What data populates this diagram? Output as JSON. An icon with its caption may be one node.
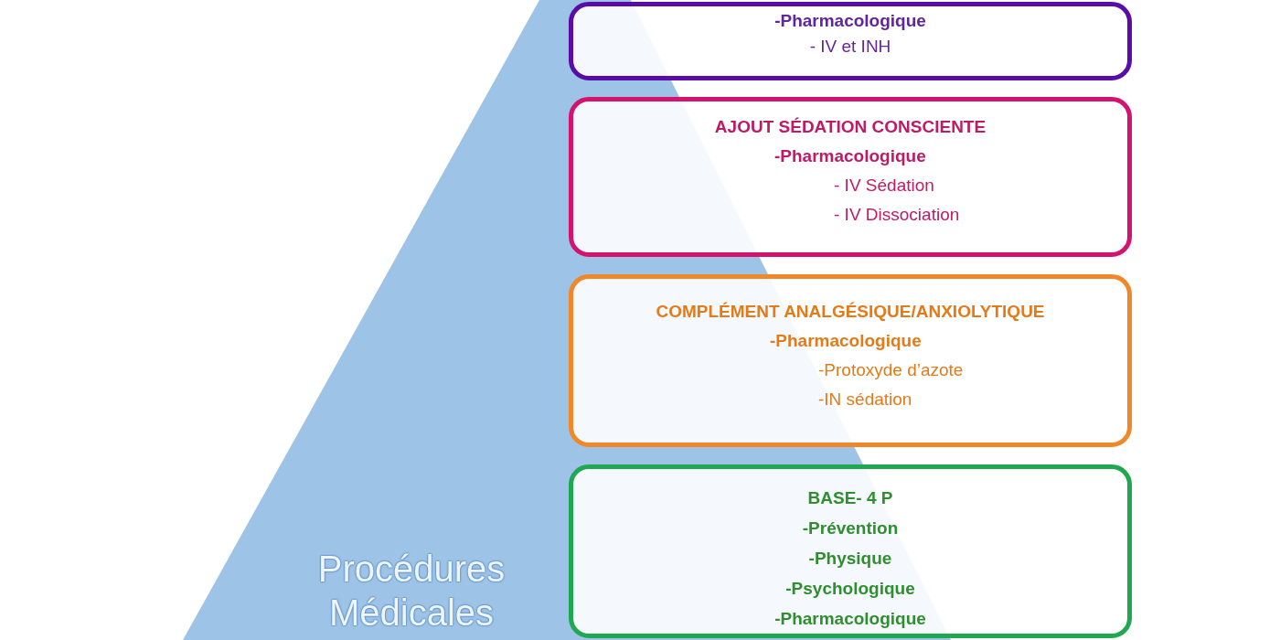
{
  "diagram": {
    "nodes": [
      {
        "text": [
          "Procédures Médicales"
        ]
      },
      {
        "text": [
          "-Pharmacologique",
          "- IV et INH"
        ]
      },
      {
        "text": [
          "AJOUT SÉDATION CONSCIENTE",
          "-Pharmacologique",
          "- IV Sédation",
          "- IV Dissociation"
        ]
      },
      {
        "text": [
          "COMPLÉMENT ANALGÉSIQUE/ANXIOLYTIQUE",
          "-Pharmacologique",
          "-Protoxyde d’azote",
          "-IN sédation"
        ]
      },
      {
        "text": [
          "BASE- 4 P",
          "-Prévention",
          "-Physique",
          "-Psychologique",
          "-Pharmacologique"
        ]
      }
    ]
  }
}
